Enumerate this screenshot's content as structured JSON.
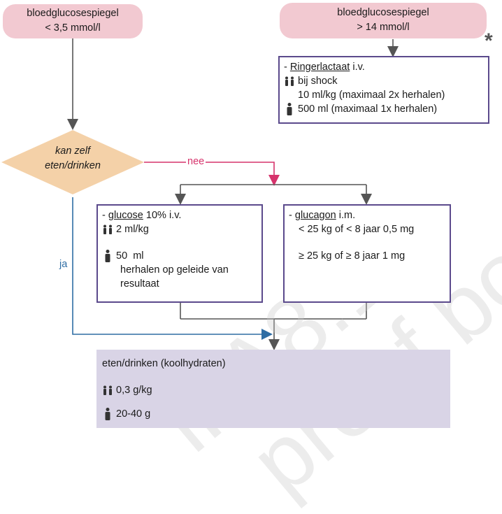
{
  "start_left": {
    "line1": "bloedglucosespiegel",
    "line2": "< 3,5 mmol/l"
  },
  "start_right": {
    "line1": "bloedglucosespiegel",
    "line2": "> 14 mmol/l",
    "asterisk": "*"
  },
  "ringer_box": {
    "dash": "-",
    "title": "Ringerlactaat",
    "route": " i.v.",
    "child_line1": "bij shock",
    "child_line2": "10 ml/kg (maximaal 2x herhalen)",
    "adult_line": "500 ml (maximaal 1x herhalen)"
  },
  "decision": {
    "line1": "kan zelf",
    "line2": "eten/drinken"
  },
  "labels": {
    "no": "nee",
    "yes": "ja"
  },
  "glucose_box": {
    "dash": "-",
    "title": "glucose",
    "route": " 10% i.v.",
    "child_dose": "2 ml/kg",
    "adult_dose": "50  ml",
    "note_line1": "herhalen op geleide van",
    "note_line2": "resultaat"
  },
  "glucagon_box": {
    "dash": "-",
    "title": "glucagon",
    "route": " i.m.",
    "dose_small": "< 25 kg of < 8 jaar 0,5 mg",
    "dose_large": "≥ 25 kg of ≥ 8 jaar 1 mg"
  },
  "food_box": {
    "title": "eten/drinken (koolhydraten)",
    "child_dose": "0,3 g/kg",
    "adult_dose": "20-40 g"
  },
  "colors": {
    "pink": "#f2c9d1",
    "diamond": "#f4d1a8",
    "box_border": "#5b4a8c",
    "no_arrow": "#d6336c",
    "yes_arrow": "#2e6da4",
    "flow": "#555555",
    "food_bg": "#d9d4e6"
  },
  "icons": {
    "child": "children-icon",
    "adult": "adult-icon"
  }
}
